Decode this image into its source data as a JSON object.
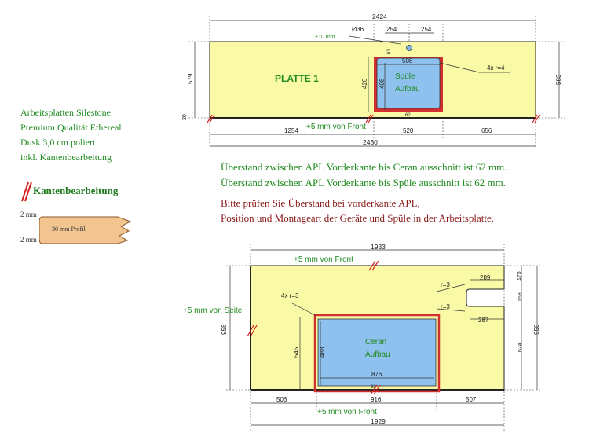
{
  "legend": {
    "lines": [
      "Arbeitsplatten Silestone",
      "Premium Qualität Ethereal",
      "Dusk 3,0 cm poliert",
      "inkl. Kantenbearbeitung"
    ],
    "kanten_title": "Kantenbearbeitung",
    "edge_top": "2 mm",
    "edge_bottom": "2 mm",
    "profile": "30 mm Profil"
  },
  "notes": {
    "ceran": "Überstand zwischen APL Vorderkante bis Ceran ausschnitt ist 62 mm.",
    "spuele": "Überstand zwischen APL Vorderkante bis Spüle ausschnitt ist 62 mm.",
    "check_1": "Bitte prüfen Sie Überstand bei vorderkante APL,",
    "check_2": "Position und Montageart der Geräte und Spüle in der Arbeitsplatte."
  },
  "plate1": {
    "title": "PLATTE 1",
    "sink_1": "Spüle",
    "sink_2": "Aufbau",
    "dims": {
      "top_total": "2424",
      "bottom_total": "2430",
      "hole": "Ø36",
      "hole_off_1": "254",
      "hole_off_2": "254",
      "plus10": "+10 mm",
      "sink_w": "508",
      "radius": "4x r=4",
      "left_h": "579",
      "right_h": "583",
      "sink_h": "420",
      "sink_inner_h": "408",
      "hole_y": "61",
      "front_62": "62",
      "small_left": "20",
      "left_seg": "1254",
      "mid_seg": "520",
      "right_seg": "656",
      "front_note": "+5 mm von Front"
    }
  },
  "plate2": {
    "ceran_1": "Ceran",
    "ceran_2": "Aufbau",
    "dims": {
      "top_total": "1933",
      "front_note_top": "+5 mm von Front",
      "side_note": "+5 mm von Seite",
      "left_h": "958",
      "radius": "4x r=3",
      "r_upper": "r=3",
      "r_lower": "r=3",
      "notch_upper": "289",
      "notch_lower": "287",
      "right_175": "175",
      "right_159": "159",
      "right_624": "624",
      "right_958": "958",
      "ceran_h": "545",
      "ceran_inner_h": "488",
      "ceran_w": "876",
      "front_62": "62",
      "seg_left": "506",
      "seg_mid": "916",
      "seg_right": "507",
      "bottom_total": "1929",
      "front_note_bottom": "+5 mm von Front"
    }
  }
}
